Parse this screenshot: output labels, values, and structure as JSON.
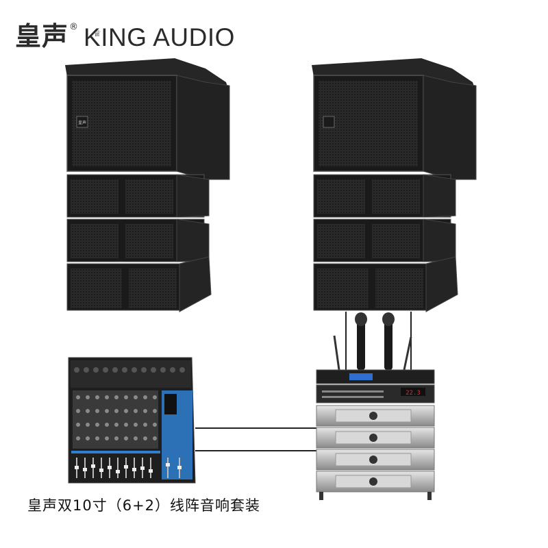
{
  "brand": {
    "name_cn": "皇声",
    "registered_mark": "®",
    "name_en": "KING AUDIO",
    "crown_glyph": "♕"
  },
  "caption": "皇声双10寸（6+2）线阵音响套装",
  "speaker_badge": "皇声",
  "rack": {
    "display_text": "22.3"
  },
  "colors": {
    "speaker_body": "#1c1c1c",
    "mixer_accent": "#2f7fd0",
    "amp_silver": "#c8c8c8",
    "display_red": "#e03030"
  }
}
